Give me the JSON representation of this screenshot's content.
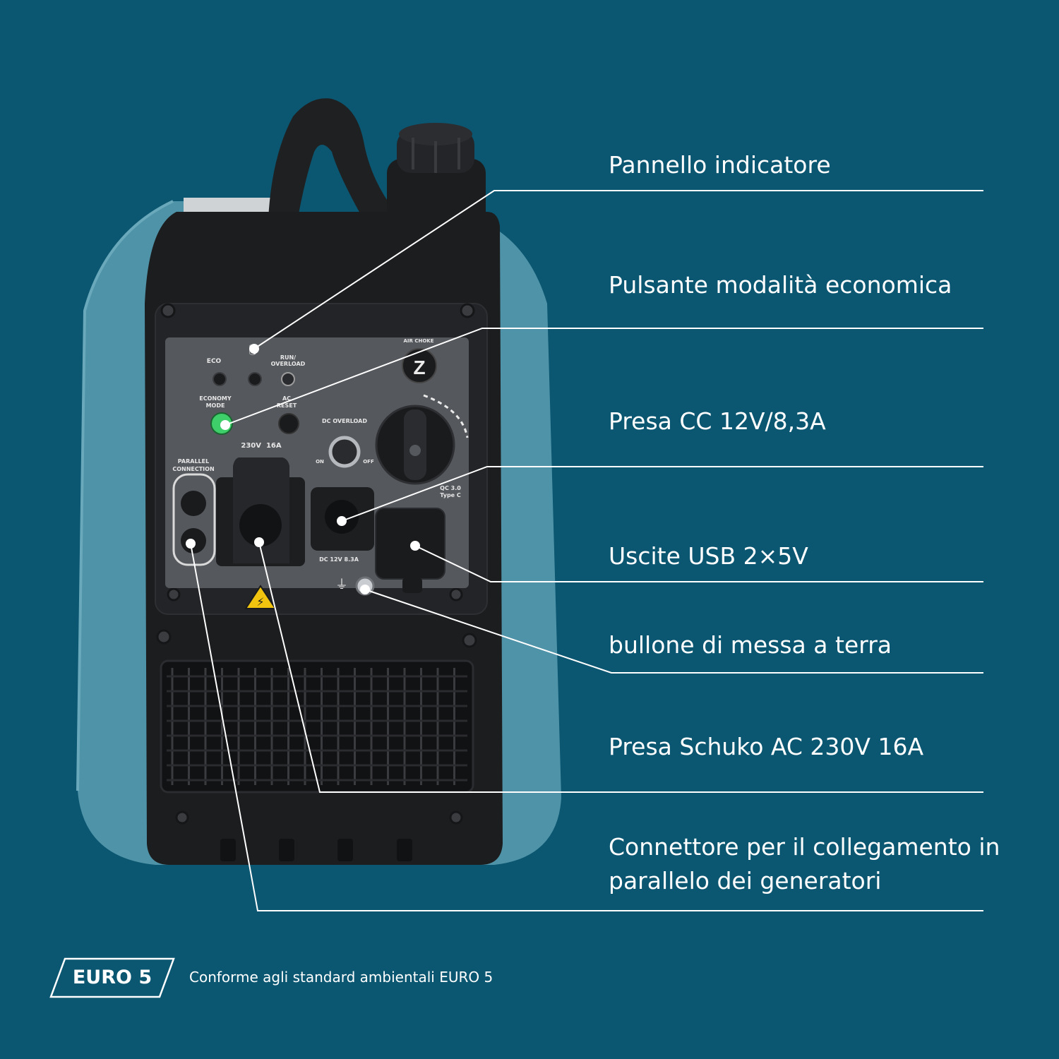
{
  "callouts": {
    "indicator_panel": "Pannello indicatore",
    "economy_button": "Pulsante modalità economica",
    "dc_socket": "Presa CC 12V/8,3A",
    "usb_outputs": "Uscite USB 2×5V",
    "ground_bolt": "bullone di messa a terra",
    "schuko_socket": "Presa Schuko AC 230V 16A",
    "parallel_connector": [
      "Connettore per il collegamento in",
      "parallelo dei generatori"
    ]
  },
  "badge": {
    "label": "EURO 5",
    "note": "Conforme agli standard ambientali EURO 5"
  },
  "panel": {
    "eco": "ECO",
    "run_overload": [
      "RUN/",
      "OVERLOAD"
    ],
    "economy_mode": [
      "ECONOMY",
      "MODE"
    ],
    "ac_reset": [
      "AC",
      "RESET"
    ],
    "air_choke": "AIR CHOKE",
    "dc_overload": "DC OVERLOAD",
    "rating": "230V  16A",
    "parallel_connection": [
      "PARALLEL",
      "CONNECTION"
    ],
    "on": "ON",
    "off": "OFF",
    "qc": [
      "QC 3.0",
      "Type C"
    ],
    "dc_rating": "DC 12V 8.3A"
  },
  "colors": {
    "background": "#0b5670",
    "housing": "#4f93a8",
    "body": "#1c1d1f",
    "panel": "#55585d",
    "eco_led": "#3fcf6a",
    "line": "#ffffff"
  }
}
